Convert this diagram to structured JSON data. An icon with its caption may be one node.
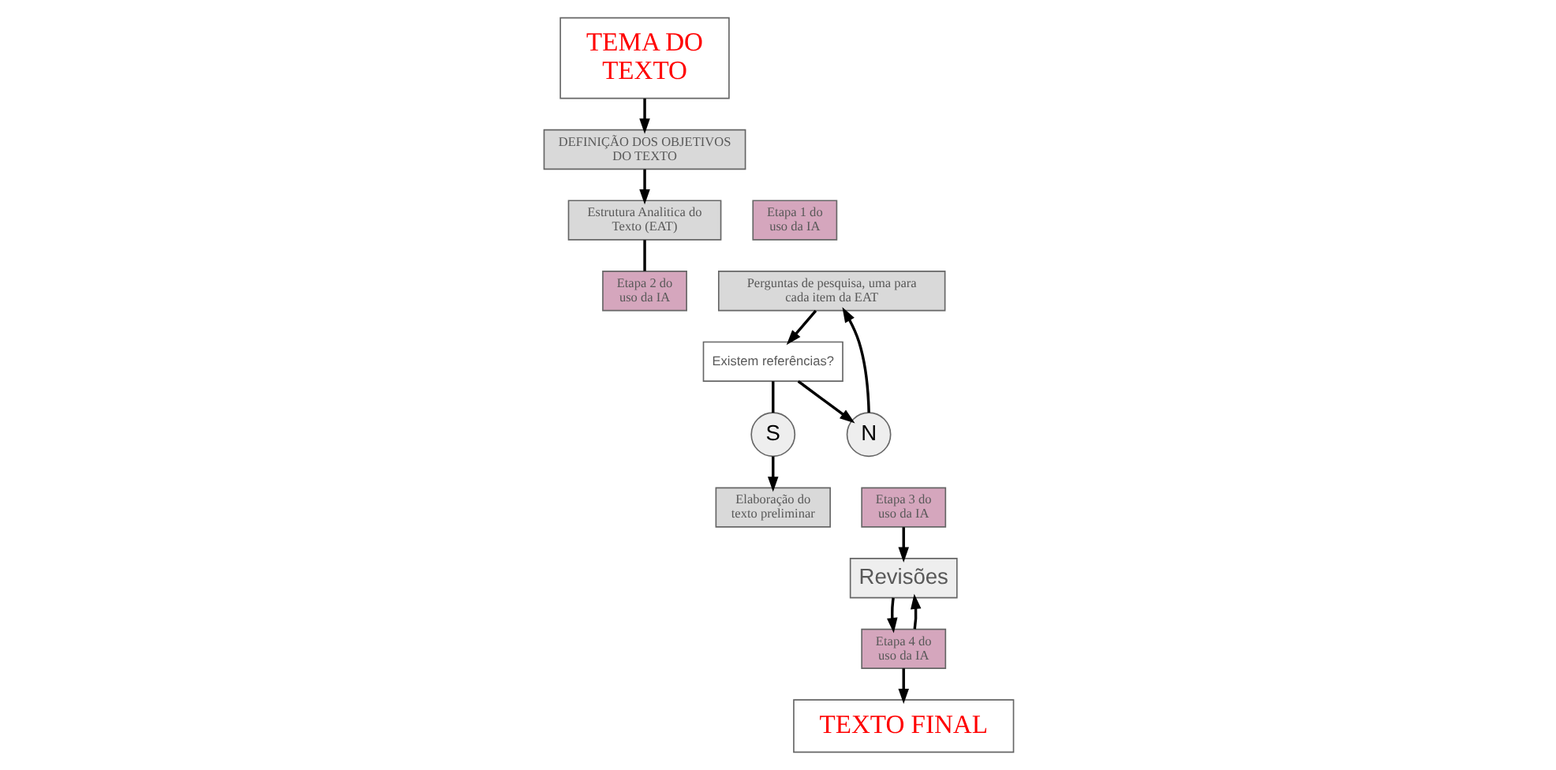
{
  "diagram": {
    "nodes": [
      {
        "text": [
          "TEMA DO TEXTO"
        ]
      },
      {
        "text": [
          "DEFINIÇÃO DOS OBJETIVOS DO TEXTO"
        ]
      },
      {
        "text": [
          "Etapa 1 do uso da IA"
        ]
      },
      {
        "text": [
          "Estrutura Analitica do Texto (EAT)"
        ]
      },
      {
        "text": [
          "Etapa 2 do uso da IA"
        ]
      },
      {
        "text": [
          "Perguntas de pesquisa, uma para cada item da EAT"
        ]
      },
      {
        "text": [
          "Existem referências?"
        ]
      },
      {
        "text": [
          "S"
        ]
      },
      {
        "text": [
          "N"
        ]
      },
      {
        "text": [
          "Elaboração do texto preliminar"
        ]
      },
      {
        "text": [
          "Etapa 3 do uso da IA"
        ]
      },
      {
        "text": [
          "Etapa 4 do uso da IA"
        ]
      },
      {
        "text": [
          "Revisões"
        ]
      },
      {
        "text": [
          "TEXTO FINAL"
        ]
      }
    ],
    "edges": [
      {
        "from": 0,
        "to": 1,
        "arrow": "to"
      },
      {
        "from": 1,
        "to": 3,
        "arrow": "to"
      },
      {
        "from": 3,
        "to": 4,
        "arrow": "none"
      },
      {
        "from": 5,
        "to": 6,
        "arrow": "to"
      },
      {
        "from": 6,
        "to": 8,
        "arrow": "to"
      },
      {
        "from": 6,
        "to": 7,
        "arrow": "none"
      },
      {
        "from": 8,
        "to": 5,
        "arrow": "to"
      },
      {
        "from": 7,
        "to": 9,
        "arrow": "to"
      },
      {
        "from": 10,
        "to": 12,
        "arrow": "to"
      },
      {
        "from": 12,
        "to": 11,
        "arrow": "to"
      },
      {
        "from": 11,
        "to": 12,
        "arrow": "to"
      },
      {
        "from": 11,
        "to": 13,
        "arrow": "to"
      }
    ]
  }
}
